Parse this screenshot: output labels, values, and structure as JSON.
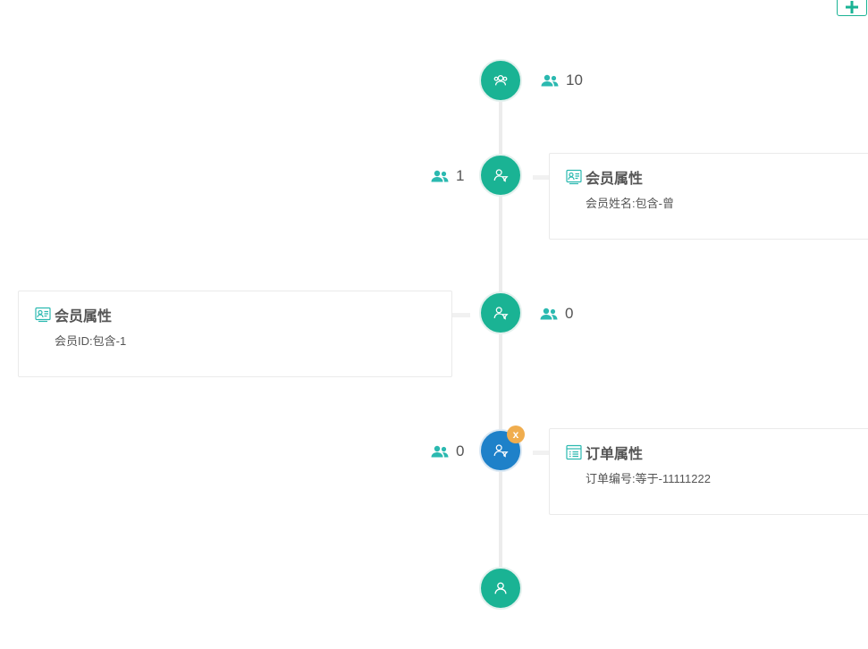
{
  "toolbar": {
    "add_label": "+"
  },
  "timeline": {
    "nodes": [
      {
        "id": "root",
        "type": "group",
        "count": "10",
        "active": false
      },
      {
        "id": "step1",
        "type": "filter",
        "count": "1",
        "active": false,
        "card": {
          "icon": "member-card-icon",
          "title": "会员属性",
          "desc": "会员姓名:包含-曾"
        }
      },
      {
        "id": "step2",
        "type": "filter",
        "count": "0",
        "active": false,
        "card": {
          "icon": "member-card-icon",
          "title": "会员属性",
          "desc": "会员ID:包含-1"
        }
      },
      {
        "id": "step3",
        "type": "filter",
        "count": "0",
        "active": true,
        "remove_label": "x",
        "card": {
          "icon": "order-list-icon",
          "title": "订单属性",
          "desc": "订单编号:等于-11111222"
        }
      },
      {
        "id": "end",
        "type": "user",
        "active": false
      }
    ]
  },
  "colors": {
    "primary": "#1ab394",
    "active": "#1e81c9",
    "badge": "#f0ad4e",
    "count_icon": "#2bb9b0"
  }
}
